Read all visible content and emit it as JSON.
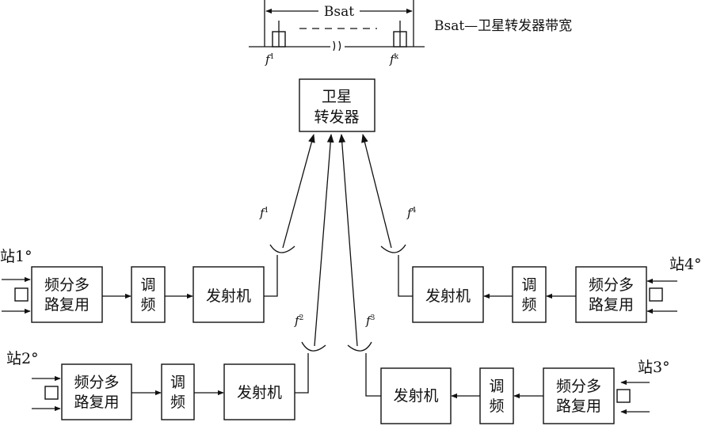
{
  "spectrum": {
    "band_label": "Bsat",
    "legend": "Bsat—卫星转发器带宽",
    "f_left": "f",
    "f_left_sub": "1",
    "f_right": "f",
    "f_right_sub": "k"
  },
  "satellite": {
    "line1": "卫星",
    "line2": "转发器"
  },
  "blocks": {
    "mux_line1": "频分多",
    "mux_line2": "路复用",
    "mod_line1": "调",
    "mod_line2": "频",
    "tx": "发射机"
  },
  "stations": {
    "s1": "站1°",
    "s2": "站2°",
    "s3": "站3°",
    "s4": "站4°"
  },
  "links": {
    "f1": "f",
    "f1_sub": "1",
    "f2": "f",
    "f2_sub": "2",
    "f3": "f",
    "f3_sub": "3",
    "f4": "f",
    "f4_sub": "4"
  }
}
